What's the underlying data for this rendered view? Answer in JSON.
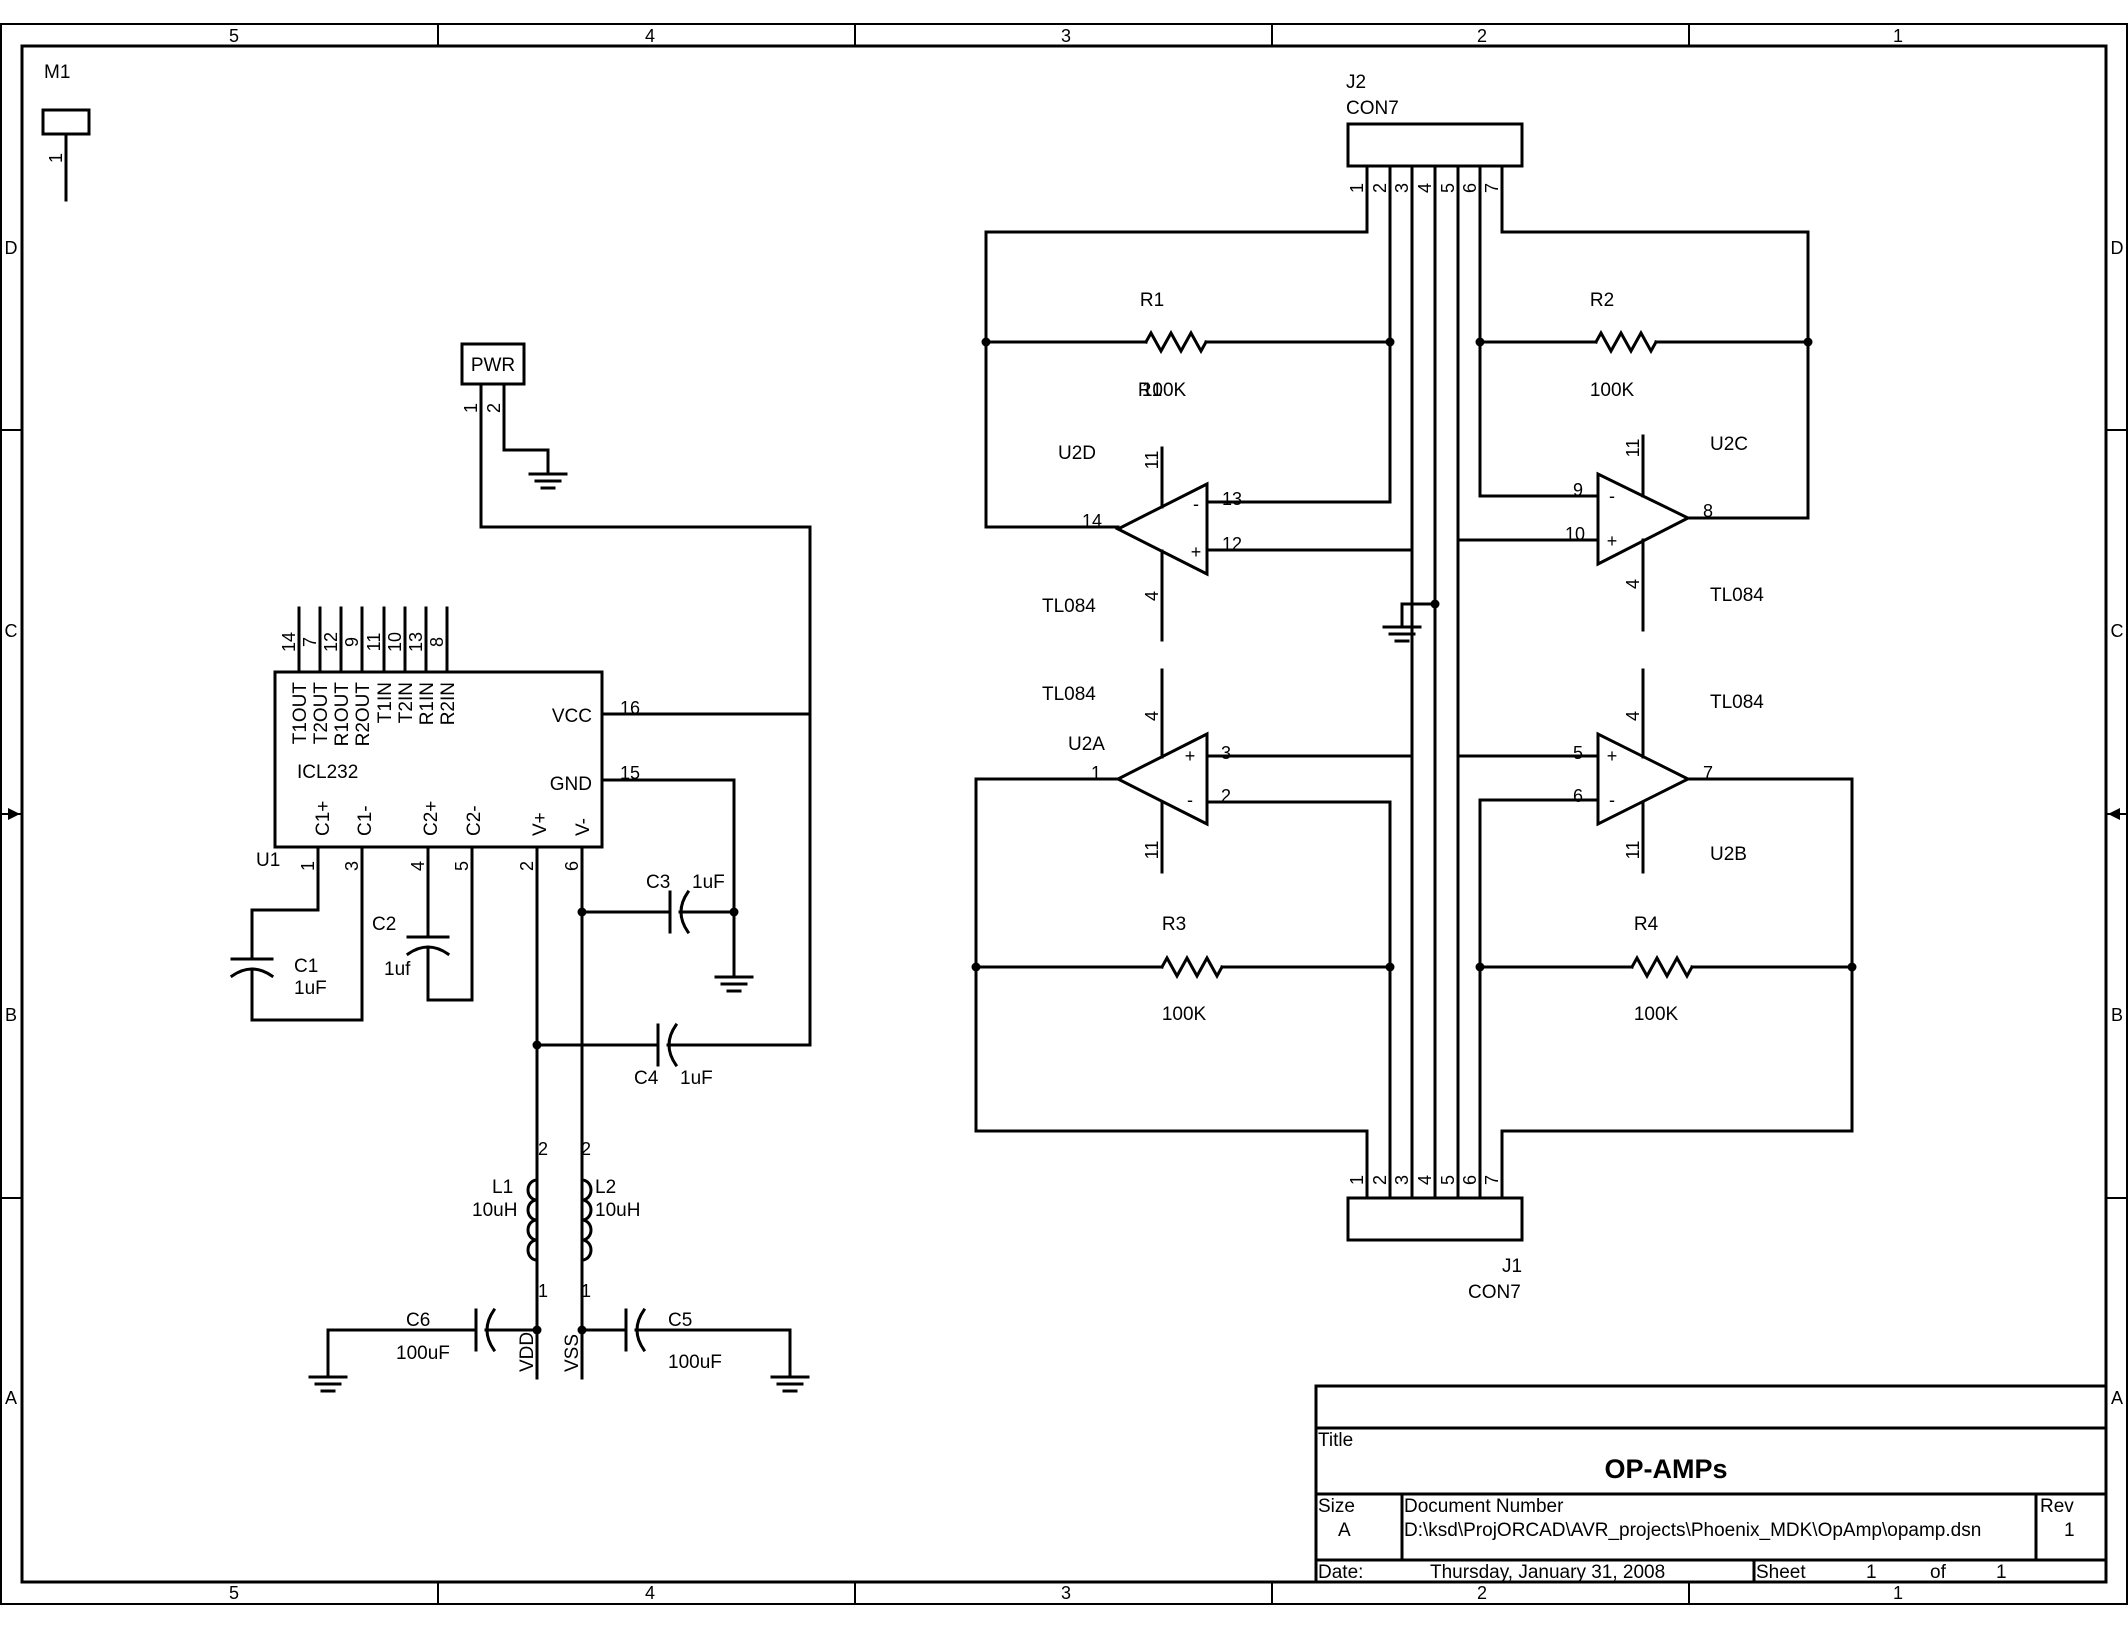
{
  "zones": {
    "columns": [
      "5",
      "4",
      "3",
      "2",
      "1"
    ],
    "rows": [
      "D",
      "C",
      "B",
      "A"
    ]
  },
  "m1": {
    "ref": "M1",
    "pin": "1"
  },
  "pwr": {
    "name": "PWR",
    "pin1": "1",
    "pin2": "2"
  },
  "u1": {
    "ref": "U1",
    "part": "ICL232",
    "top_pins": [
      "T1OUT",
      "T2OUT",
      "R1OUT",
      "R2OUT",
      "T1IN",
      "T2IN",
      "R1IN",
      "R2IN"
    ],
    "top_pin_numbers": [
      "14",
      "7",
      "12",
      "9",
      "11",
      "10",
      "13",
      "8"
    ],
    "bottom_pins": [
      "C1+",
      "C1-",
      "C2+",
      "C2-",
      "V+",
      "V-"
    ],
    "bottom_pin_numbers": [
      "1",
      "3",
      "4",
      "5",
      "2",
      "6"
    ],
    "vcc": "VCC",
    "vcc_pin": "16",
    "gnd": "GND",
    "gnd_pin": "15"
  },
  "caps": {
    "c1": {
      "ref": "C1",
      "value": "1uF"
    },
    "c2": {
      "ref": "C2",
      "value": "1uf"
    },
    "c3": {
      "ref": "C3",
      "value": "1uF"
    },
    "c4": {
      "ref": "C4",
      "value": "1uF"
    },
    "c5": {
      "ref": "C5",
      "value": "100uF"
    },
    "c6": {
      "ref": "C6",
      "value": "100uF"
    }
  },
  "inductors": {
    "l1": {
      "ref": "L1",
      "value": "10uH",
      "pin_top": "2",
      "pin_bottom": "1"
    },
    "l2": {
      "ref": "L2",
      "value": "10uH",
      "pin_top": "2",
      "pin_bottom": "1"
    }
  },
  "rails": {
    "vdd": "VDD",
    "vss": "VSS"
  },
  "j2": {
    "ref": "J2",
    "part": "CON7",
    "pins": [
      "1",
      "2",
      "3",
      "4",
      "5",
      "6",
      "7"
    ]
  },
  "j1": {
    "ref": "J1",
    "part": "CON7",
    "pins": [
      "1",
      "2",
      "3",
      "4",
      "5",
      "6",
      "7"
    ]
  },
  "resistors": {
    "r1": {
      "ref": "R1",
      "value": "100K"
    },
    "r2": {
      "ref": "R2",
      "value": "100K"
    },
    "r3": {
      "ref": "R3",
      "value": "100K"
    },
    "r4": {
      "ref": "R4",
      "value": "100K"
    }
  },
  "opamps": {
    "u2d": {
      "ref": "U2D",
      "part": "TL084",
      "vpos": "11",
      "vneg": "4",
      "inv": "13",
      "noninv": "12",
      "out": "14"
    },
    "u2c": {
      "ref": "U2C",
      "part": "TL084",
      "vpos": "11",
      "vneg": "4",
      "inv": "9",
      "noninv": "10",
      "out": "8"
    },
    "u2a": {
      "ref": "U2A",
      "part": "TL084",
      "vpos": "4",
      "vneg": "11",
      "inv": "2",
      "noninv": "3",
      "out": "1"
    },
    "u2b": {
      "ref": "U2B",
      "part": "TL084",
      "vpos": "4",
      "vneg": "11",
      "inv": "6",
      "noninv": "5",
      "out": "7"
    }
  },
  "opamp_signs": {
    "plus": "+",
    "minus": "-"
  },
  "title_block": {
    "title_label": "Title",
    "title": "OP-AMPs",
    "size_label": "Size",
    "size": "A",
    "docnum_label": "Document Number",
    "docnum": "D:\\ksd\\ProjORCAD\\AVR_projects\\Phoenix_MDK\\OpAmp\\opamp.dsn",
    "rev_label": "Rev",
    "rev": "1",
    "date_label": "Date:",
    "date": "Thursday, January 31, 2008",
    "sheet_label": "Sheet",
    "sheet": "1",
    "of_label": "of",
    "sheets": "1"
  }
}
